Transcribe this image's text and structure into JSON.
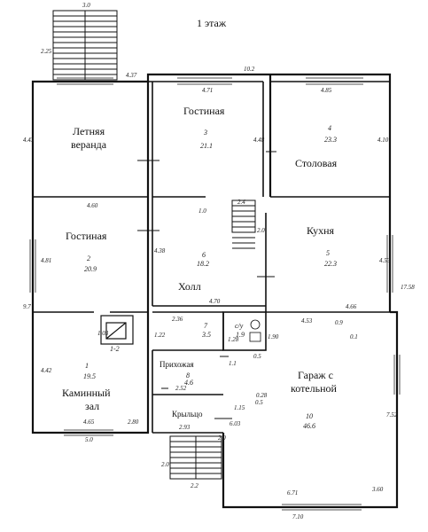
{
  "title": "1 этаж",
  "rooms": [
    {
      "id": "veranda",
      "name_line1": "Летняя",
      "name_line2": "веранда"
    },
    {
      "id": "living-top",
      "name": "Гостиная",
      "number": "3",
      "area": "21.1"
    },
    {
      "id": "dining",
      "name": "Столовая",
      "number": "4",
      "area": "23.3"
    },
    {
      "id": "living-left",
      "name": "Гостиная",
      "number": "2",
      "area": "20.9"
    },
    {
      "id": "kitchen",
      "name": "Кухня",
      "number": "5",
      "area": "22.3"
    },
    {
      "id": "hall",
      "name": "Холл",
      "number": "6",
      "area": "18.2"
    },
    {
      "id": "fireplace-hall",
      "name_line1": "Каминный",
      "name_line2": "зал",
      "number": "1",
      "area": "19.5"
    },
    {
      "id": "closet",
      "number": "7",
      "area": "3.5"
    },
    {
      "id": "wc",
      "name": "с/у",
      "area": "1.9"
    },
    {
      "id": "vestibule",
      "name": "Прихожая",
      "number": "8",
      "area": "4.6"
    },
    {
      "id": "porch",
      "name": "Крыльцо"
    },
    {
      "id": "garage",
      "name_line1": "Гараж с",
      "name_line2": "котельной",
      "number": "10",
      "area": "46.6"
    },
    {
      "id": "fireplace",
      "name": "1-2"
    }
  ],
  "dimensions": {
    "stairs_top_w": "3.0",
    "stairs_top_h": "2.25",
    "top_total": "10.2",
    "top_left_short": "4.37",
    "living_top_w": "4.71",
    "dining_w": "4.85",
    "veranda_h": "4.43",
    "living_top_h": "4.48",
    "dining_h": "4.10",
    "left_mid": "4.60",
    "stair_w": "2.4",
    "stair_h": "1.0",
    "stair_small": "2.0",
    "living_left_h": "4.81",
    "hall_h": "4.38",
    "kitchen_h": "4.53",
    "right_total": "17.58",
    "left_total": "9.7",
    "kitchen_w": "4.66",
    "hall_w": "4.70",
    "closet_w": "2.36",
    "closet_h": "1.22",
    "wc_h": "1.28",
    "hall_stub": "1.90",
    "fire_h": "1.03",
    "fire_left_h": "4.42",
    "kitchen_step": "0.9",
    "kitchen_step2": "0.1",
    "garage_top": "4.53",
    "vest_w": "2.52",
    "vest_small": "1.1",
    "vest_small2": "0.5",
    "vest_h": "0.28",
    "fire_bottom_w": "4.65",
    "fire_bottom_right": "2.80",
    "porch_w": "2.93",
    "bottom_left": "5.0",
    "garage_left": "2.0",
    "garage_right_h": "7.52",
    "garage_left_h": "6.03",
    "step_small": "1.15",
    "garage_mid": "0.5",
    "stairs_bottom_h": "2.0",
    "stairs_bottom_w": "2.2",
    "garage_bottom": "6.71",
    "garage_bottom_right": "3.60",
    "bottom_total": "7.10"
  }
}
